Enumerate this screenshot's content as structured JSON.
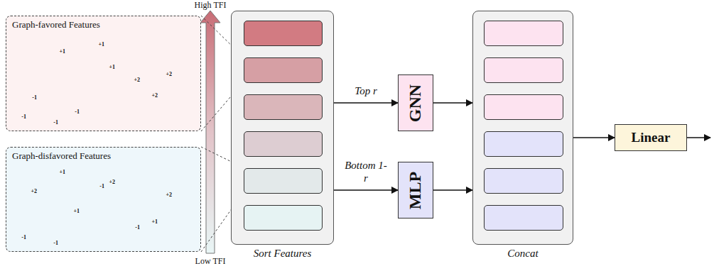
{
  "diagram": {
    "nodes": [
      {
        "text": [
          "Graph-favored Features"
        ]
      },
      {
        "text": [
          "Graph-disfavored Features"
        ]
      },
      {
        "text": [
          "Sort Features"
        ]
      },
      {
        "text": [
          "GNN"
        ]
      },
      {
        "text": [
          "MLP"
        ]
      },
      {
        "text": [
          "Concat"
        ]
      },
      {
        "text": [
          "Linear"
        ]
      }
    ],
    "edges": [
      {
        "from": 2,
        "to": 3,
        "arrow": "to",
        "label": "Top r"
      },
      {
        "from": 2,
        "to": 4,
        "arrow": "to",
        "label": "Bottom 1-r"
      },
      {
        "from": 3,
        "to": 5,
        "arrow": "to"
      },
      {
        "from": 4,
        "to": 5,
        "arrow": "to"
      },
      {
        "from": 5,
        "to": 6,
        "arrow": "to"
      }
    ],
    "labels": [
      "High TFI",
      "Low TFI",
      "+1",
      "+1",
      "+1",
      "+2",
      "+2",
      "+2",
      "-1",
      "-1",
      "-1",
      "-1",
      "+1",
      "-1",
      "+2",
      "-1",
      "+2",
      "+1",
      "+2",
      "-1",
      "-1",
      "+1"
    ]
  }
}
